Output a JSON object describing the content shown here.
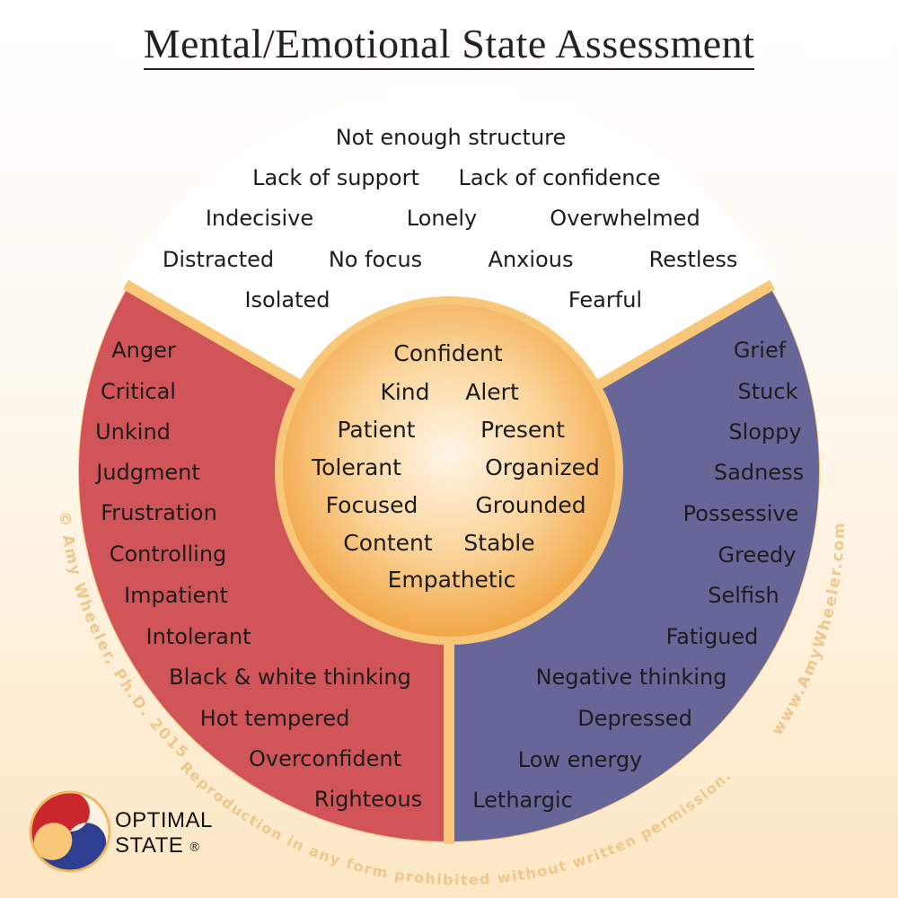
{
  "title": "Mental/Emotional State Assessment",
  "colors": {
    "top_section": "#ffffff",
    "left_section": "#d15558",
    "right_section": "#666699",
    "center_circle": "#f5b25a",
    "ring": "#f8c878"
  },
  "top_section": {
    "labels": [
      "Not enough structure",
      "Lack of support",
      "Lack of confidence",
      "Indecisive",
      "Lonely",
      "Overwhelmed",
      "Distracted",
      "No focus",
      "Anxious",
      "Restless",
      "Isolated",
      "Fearful"
    ]
  },
  "left_section": {
    "labels": [
      "Anger",
      "Critical",
      "Unkind",
      "Judgment",
      "Frustration",
      "Controlling",
      "Impatient",
      "Intolerant",
      "Black & white thinking",
      "Hot tempered",
      "Overconfident",
      "Righteous"
    ]
  },
  "right_section": {
    "labels": [
      "Grief",
      "Stuck",
      "Sloppy",
      "Sadness",
      "Possessive",
      "Greedy",
      "Selfish",
      "Fatigued",
      "Negative thinking",
      "Depressed",
      "Low energy",
      "Lethargic"
    ]
  },
  "center": {
    "labels": [
      "Confident",
      "Kind",
      "Alert",
      "Patient",
      "Present",
      "Tolerant",
      "Organized",
      "Focused",
      "Grounded",
      "Content",
      "Stable",
      "Empathetic"
    ]
  },
  "copyright": {
    "left_text": "© Amy Wheeler, Ph.D. 2015",
    "bottom_text": "Reproduction in any form prohibited without written permission.",
    "right_text": "www.AmyWheeler.com"
  },
  "logo": {
    "line1": "OPTIMAL",
    "line2": "STATE",
    "mark": "®",
    "icon": "yin-yang-three-part-icon"
  }
}
